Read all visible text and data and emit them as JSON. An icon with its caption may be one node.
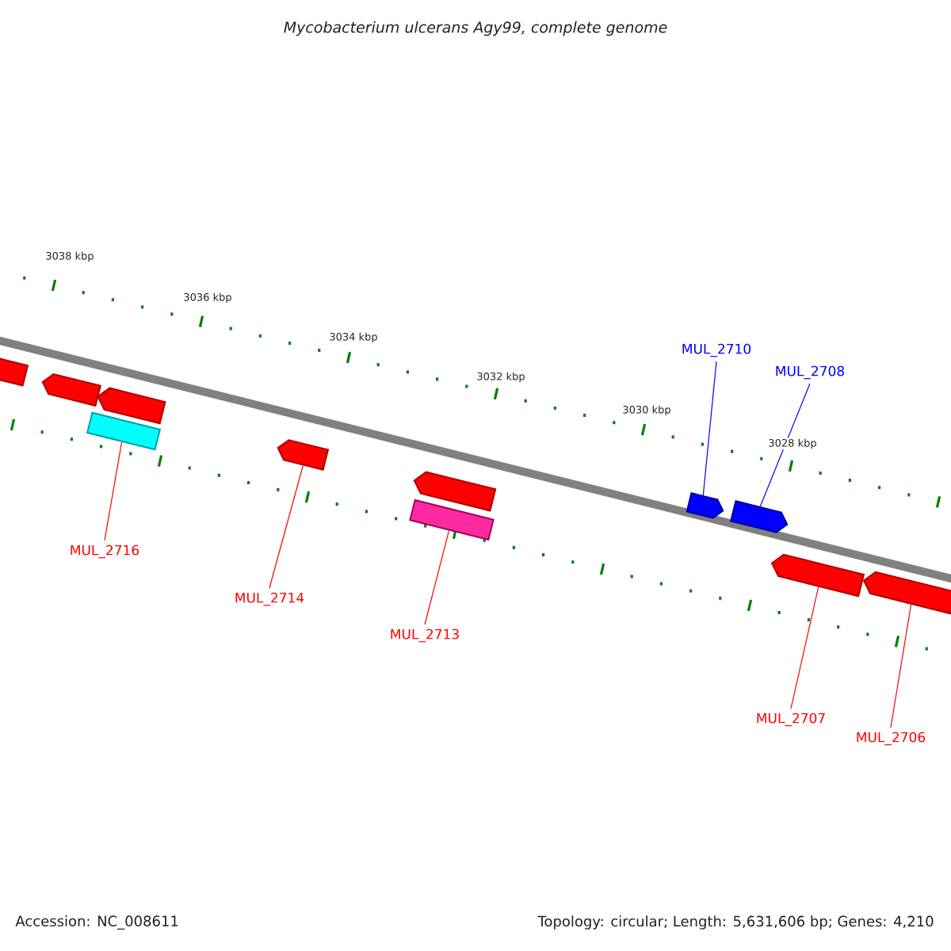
{
  "diagram": {
    "title": "Mycobacterium ulcerans Agy99, complete genome",
    "nodes": [
      {
        "text": [],
        "shape": "arrow"
      },
      {
        "text": [],
        "shape": "arrow"
      },
      {
        "text": [],
        "shape": "arrow"
      },
      {
        "text": [],
        "shape": "bar"
      },
      {
        "text": [],
        "shape": "arrow"
      },
      {
        "text": [],
        "shape": "arrow"
      },
      {
        "text": [],
        "shape": "bar"
      },
      {
        "text": [],
        "shape": "arrow"
      },
      {
        "text": [],
        "shape": "arrow"
      },
      {
        "text": [],
        "shape": "arrow"
      },
      {
        "text": [],
        "shape": "arrow"
      },
      {
        "text": [
          "MUL_2716"
        ]
      },
      {
        "text": [
          "MUL_2714"
        ]
      },
      {
        "text": [
          "MUL_2713"
        ]
      },
      {
        "text": [
          "MUL_2710"
        ]
      },
      {
        "text": [
          "MUL_2708"
        ]
      },
      {
        "text": [
          "MUL_2707"
        ]
      },
      {
        "text": [
          "MUL_2706"
        ]
      }
    ],
    "edges": [
      {
        "from": 11,
        "to": 3,
        "arrow": "none"
      },
      {
        "from": 12,
        "to": 4,
        "arrow": "none"
      },
      {
        "from": 13,
        "to": 6,
        "arrow": "none"
      },
      {
        "from": 14,
        "to": 7,
        "arrow": "none",
        "color": "#0000ff"
      },
      {
        "from": 15,
        "to": 8,
        "arrow": "none",
        "color": "#0000ff"
      },
      {
        "from": 16,
        "to": 9,
        "arrow": "none"
      },
      {
        "from": 17,
        "to": 10,
        "arrow": "none"
      }
    ],
    "labels": [
      "3038 kbp",
      "3036 kbp",
      "3034 kbp",
      "3032 kbp",
      "3030 kbp",
      "3028 kbp",
      "Accession: NC_008611",
      "Topology: circular; Length: 5,631,606 bp; Genes: 4,210"
    ]
  }
}
